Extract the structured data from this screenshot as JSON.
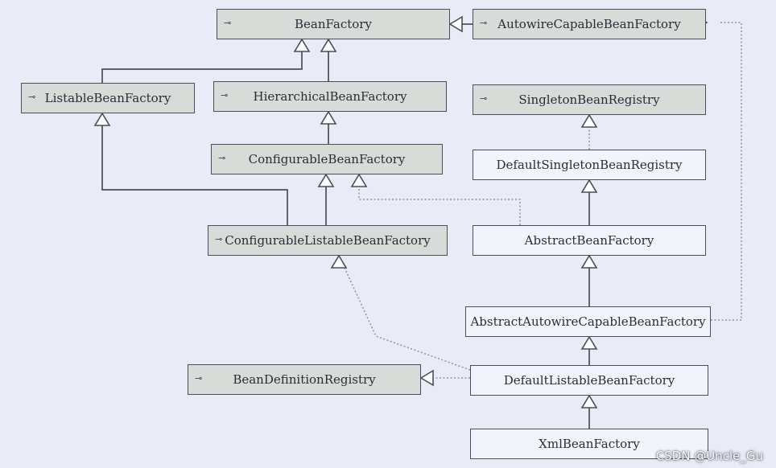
{
  "nodes": {
    "bean_factory": "BeanFactory",
    "autowire_capable_bean_factory": "AutowireCapableBeanFactory",
    "listable_bean_factory": "ListableBeanFactory",
    "hierarchical_bean_factory": "HierarchicalBeanFactory",
    "singleton_bean_registry": "SingletonBeanRegistry",
    "configurable_bean_factory": "ConfigurableBeanFactory",
    "default_singleton_bean_registry": "DefaultSingletonBeanRegistry",
    "configurable_listable_bean_factory": "ConfigurableListableBeanFactory",
    "abstract_bean_factory": "AbstractBeanFactory",
    "abstract_autowire_capable_bean_factory": "AbstractAutowireCapableBeanFactory",
    "bean_definition_registry": "BeanDefinitionRegistry",
    "default_listable_bean_factory": "DefaultListableBeanFactory",
    "xml_bean_factory": "XmlBeanFactory"
  },
  "interface_marker": "⊸",
  "watermark": "CSDN @Uncle_Gu",
  "colors": {
    "background": "#e9ebf6",
    "interface_fill": "#d8dbd8",
    "class_fill": "#f3f4fb",
    "line": "#4a4e5a",
    "dotted_line": "#8f92a3"
  }
}
